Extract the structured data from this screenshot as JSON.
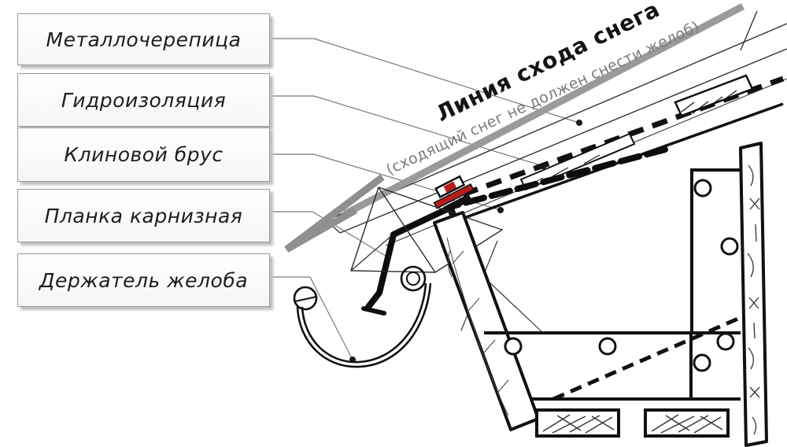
{
  "diagram": {
    "labels": [
      {
        "text": "Металлочерепица"
      },
      {
        "text": "Гидроизоляция"
      },
      {
        "text": "Клиновой брус"
      },
      {
        "text": "Планка карнизная"
      },
      {
        "text": "Держатель желоба"
      }
    ],
    "annotation": {
      "title": "Линия схода снега",
      "subtitle": "(сходящий снег не должен снести желоб)"
    },
    "colors": {
      "snow_line": "#9a9a9a",
      "snow_arrow": "#8f8f8f",
      "washer_red": "#b81d1d",
      "leader": "#7a7a7a",
      "ink": "#111111"
    }
  }
}
